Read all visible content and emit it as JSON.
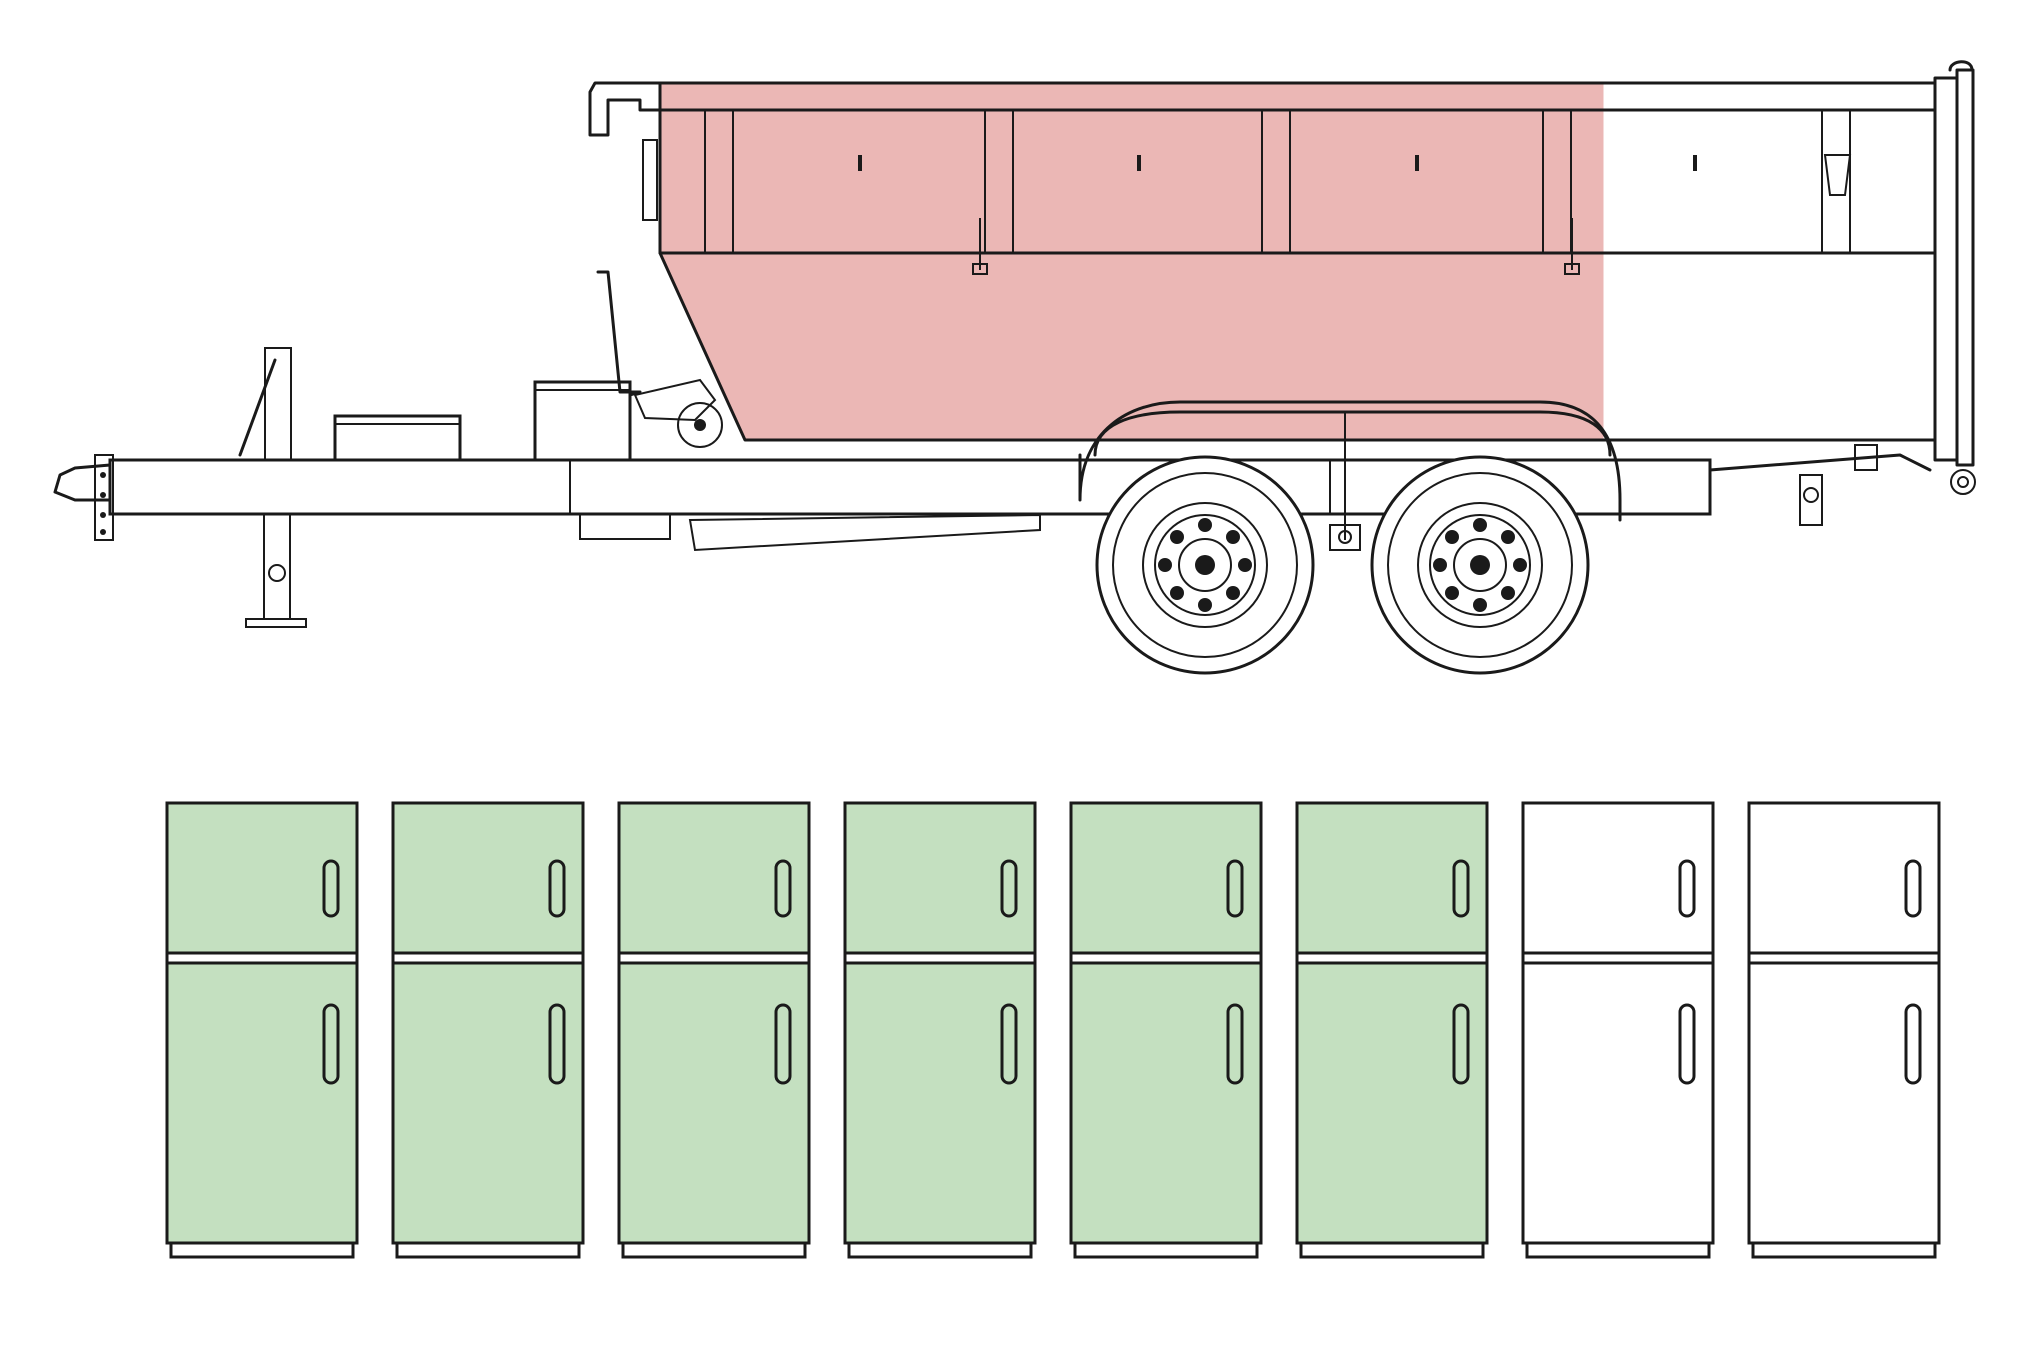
{
  "colors": {
    "filled_container": "#e8aaa8",
    "filled_fridge": "#c4e0c0",
    "line": "#1a1a1a",
    "background": "#ffffff"
  },
  "container": {
    "fill_fraction": 0.74,
    "icon": "roll-off-dumpster-trailer-icon"
  },
  "fridges": {
    "total": 8,
    "filled": 6,
    "icon": "refrigerator-icon"
  }
}
